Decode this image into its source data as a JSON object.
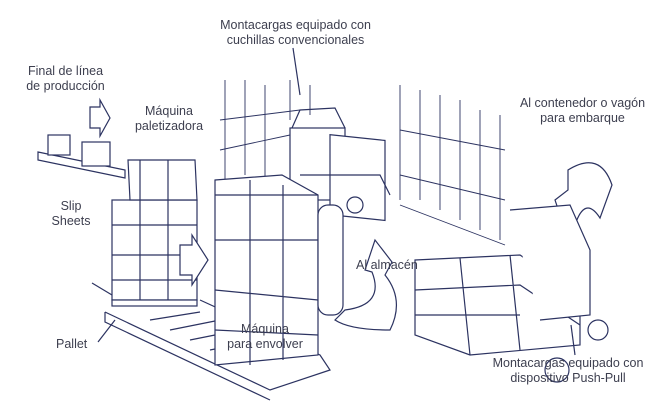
{
  "labels": {
    "forklift_blades": [
      "Montacargas equipado con",
      "cuchillas convencionales"
    ],
    "end_of_line": [
      "Final de línea",
      "de producción"
    ],
    "palletizer": [
      "Máquina",
      "paletizadora"
    ],
    "to_container": [
      "Al contenedor o vagón",
      "para embarque"
    ],
    "slip_sheets": [
      "Slip",
      "Sheets"
    ],
    "pallet": "Pallet",
    "to_warehouse": "Al almacén",
    "wrapper": [
      "Máquina",
      "para envolver"
    ],
    "forklift_pushpull": [
      "Montacargas equipado con",
      "dispositivo Push-Pull"
    ]
  },
  "colors": {
    "line": "#2c3361",
    "text": "#3d3f4f"
  }
}
